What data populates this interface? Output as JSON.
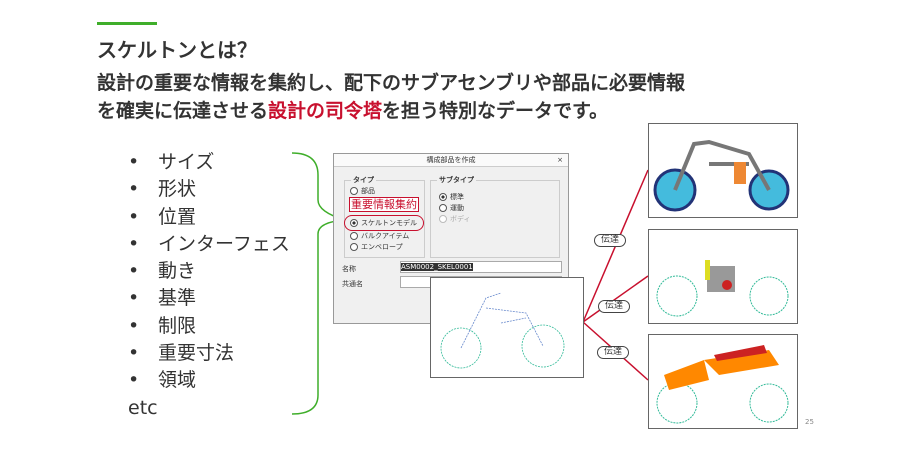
{
  "title": "スケルトンとは？",
  "subtitle": {
    "line1": "設計の重要な情報を集約し、配下のサブアセンブリや部品に必要情報",
    "line2_pre": "を確実に伝達させる",
    "line2_highlight": "設計の司令塔",
    "line2_post": "を担う特別なデータです。"
  },
  "bullets": [
    "サイズ",
    "形状",
    "位置",
    "インターフェス",
    "動き",
    "基準",
    "制限",
    "重要寸法",
    "領域"
  ],
  "bullet_marker": "•",
  "etc": "etc",
  "dialog": {
    "title": "構成部品を作成",
    "close": "×",
    "type_label": "タイプ",
    "type_options": [
      "部品",
      "スケルトンモデル",
      "バルクアイテム",
      "エンベロープ"
    ],
    "subtype_label": "サブタイプ",
    "subtype_options": [
      "標準",
      "運動",
      "ボディ"
    ],
    "name_label": "名称",
    "name_value": "ASM0002_SKEL0001",
    "common_label": "共通名",
    "callout": "重要情報集約"
  },
  "transfer_labels": [
    "伝達",
    "伝達",
    "伝達"
  ],
  "page_number": "25",
  "colors": {
    "accent": "#3fae2a",
    "highlight": "#c8102e"
  }
}
